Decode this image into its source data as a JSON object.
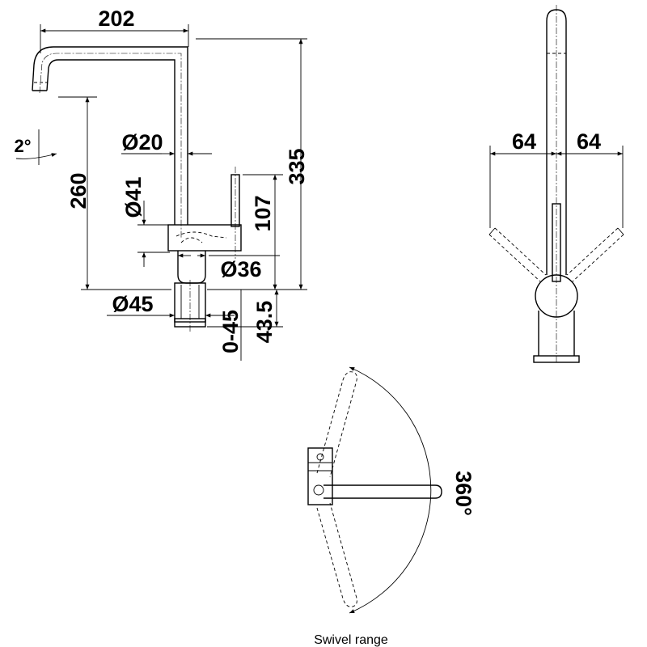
{
  "side_view": {
    "width": "202",
    "total_height": "335",
    "spout_height": "260",
    "spout_angle": "2°",
    "spout_diameter": "Ø20",
    "body_diameter": "Ø41",
    "lever_height": "107",
    "base_diameter": "Ø36",
    "shank_diameter": "Ø45",
    "shank_length": "43.5",
    "counter_range": "0-45"
  },
  "front_view": {
    "left_offset": "64",
    "right_offset": "64"
  },
  "top_view": {
    "swivel_angle": "360°",
    "caption": "Swivel range"
  }
}
